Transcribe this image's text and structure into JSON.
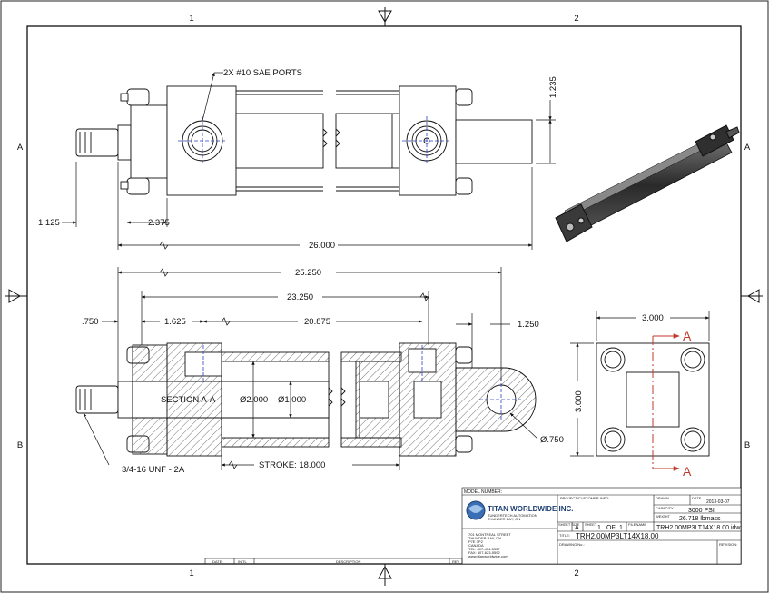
{
  "zones": {
    "top": [
      "1",
      "2"
    ],
    "bottom": [
      "1",
      "2"
    ],
    "left": [
      "A",
      "B"
    ],
    "right": [
      "A",
      "B"
    ]
  },
  "top_view": {
    "ports_label": "2X #10 SAE PORTS",
    "dim_1235": "1.235",
    "dim_1125": "1.125",
    "dim_2375": "2.375",
    "dim_26000": "26.000"
  },
  "section_view": {
    "dim_25250": "25.250",
    "dim_23250": "23.250",
    "dim_750": ".750",
    "dim_1625": "1.625",
    "dim_20875": "20.875",
    "dim_1250": "1.250",
    "section_label": "SECTION A-A",
    "bore_dia": "Ø2.000",
    "rod_dia": "Ø1.000",
    "pin_dia": "Ø.750",
    "thread_label": "3/4-16 UNF - 2A",
    "stroke_label": "STROKE: 18.000"
  },
  "end_view": {
    "dim_width": "3.000",
    "dim_height": "3.000",
    "section_letter_top": "A",
    "section_letter_bottom": "A"
  },
  "title_block": {
    "model_number_label": "MODEL NUMBER:",
    "company_name": "TITAN WORLDWIDE INC.",
    "company_lines": [
      "TUNDERTECH AUTOMATION",
      "THUNDER BAY, ON"
    ],
    "address": [
      "701 MONTREAL STREET",
      "THUNDER BAY, ON",
      "P7E 3P2",
      "CANADA",
      "TEL: 807-474-5337",
      "FAX: 807-623-5592",
      "www.titanworldwide.com"
    ],
    "project_label": "PROJECT/CUSTOMER INFO:",
    "drawn_label": "DRAWN",
    "date_label": "DATE",
    "date_value": "2013-03-07",
    "capacity_label": "CAPACITY",
    "capacity_value": "3000 PSI",
    "weight_label": "WEIGHT",
    "weight_value": "26.718 lbmass",
    "sheet_size_label": "SHEET SIZE",
    "sheet_size_value": "A",
    "sheet_label": "SHEET",
    "sheet_value": "1",
    "of_label": "OF",
    "of_value": "1",
    "filename_label": "FILENAME",
    "filename_value": "TRH2.00MP3LT14X18.00.idw",
    "title_label": "TITLE:",
    "title_value": "TRH2.00MP3LT14X18.00",
    "drawing_no_label": "DRAWING No.:",
    "revision_label": "REVISION:",
    "rev_table_headers": [
      "DATE",
      "INITL",
      "DESCRIPTION",
      "REV"
    ]
  }
}
